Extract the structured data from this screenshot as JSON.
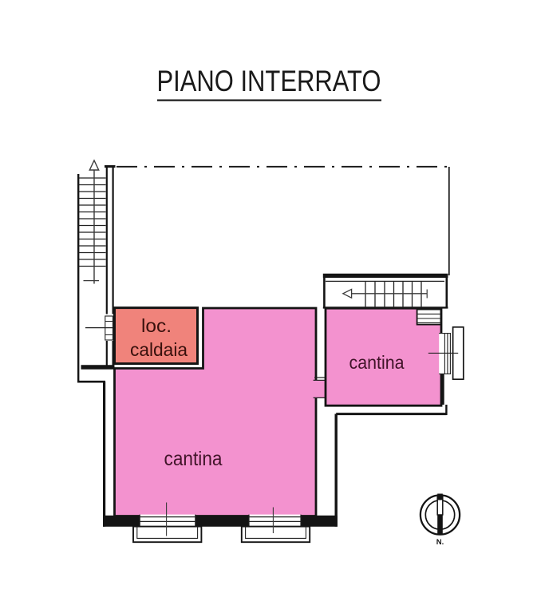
{
  "page": {
    "background": "#ffffff"
  },
  "title": {
    "text": "PIANO INTERRATO"
  },
  "plan": {
    "colors": {
      "wall": "#141414",
      "arrow": "#3a3a3a",
      "window_center_line": "#3a3a3a"
    },
    "rooms": {
      "boiler": {
        "line1": "loc.",
        "line2": "caldaia",
        "fill": "#f0837b",
        "text_color": "#38100c"
      },
      "cantina_main": {
        "label": "cantina",
        "fill": "#f392cf",
        "text_color": "#411429"
      },
      "cantina_right": {
        "label": "cantina",
        "fill": "#f392cf",
        "text_color": "#411429"
      }
    },
    "compass": {
      "label": "N."
    }
  }
}
